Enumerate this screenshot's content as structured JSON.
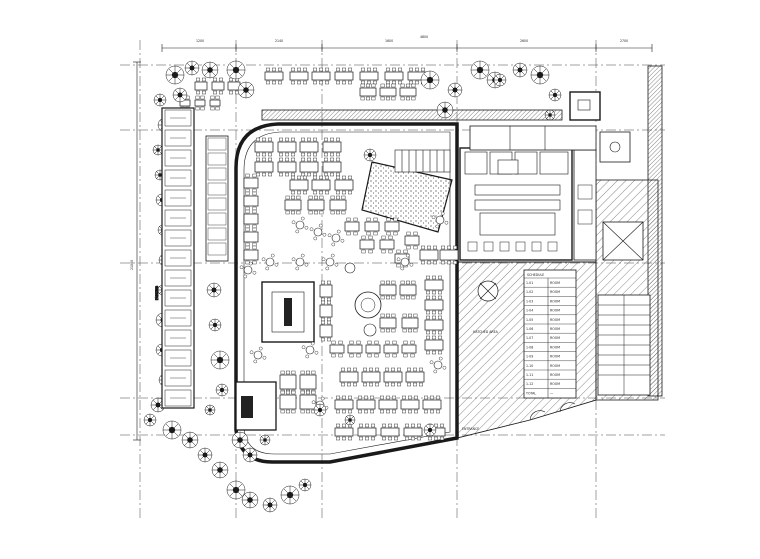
{
  "drawing": {
    "labels": {
      "top_dim_1": "1200",
      "top_dim_2": "2140",
      "top_dim_3": "1600",
      "top_dim_4": "2600",
      "top_dim_5": "4800",
      "top_dim_6": "2700",
      "left_dim": "21000",
      "parking_tag": "PARKING",
      "entrance_tag": "ENTRANCE",
      "area_tag": "HATCHED AREA"
    },
    "schedule": {
      "title": "SCHEDULE",
      "rows": [
        [
          "1-01",
          "ROOM"
        ],
        [
          "1-02",
          "ROOM"
        ],
        [
          "1-03",
          "ROOM"
        ],
        [
          "1-04",
          "ROOM"
        ],
        [
          "1-05",
          "ROOM"
        ],
        [
          "1-06",
          "ROOM"
        ],
        [
          "1-07",
          "ROOM"
        ],
        [
          "1-08",
          "ROOM"
        ],
        [
          "1-09",
          "ROOM"
        ],
        [
          "1-10",
          "ROOM"
        ],
        [
          "1-11",
          "ROOM"
        ],
        [
          "1-12",
          "ROOM"
        ],
        [
          "TOTAL",
          "—"
        ]
      ]
    }
  },
  "colors": {
    "line": "#1a1a1a",
    "hatch": "#555555",
    "grid": "#444444",
    "paper": "#ffffff"
  }
}
